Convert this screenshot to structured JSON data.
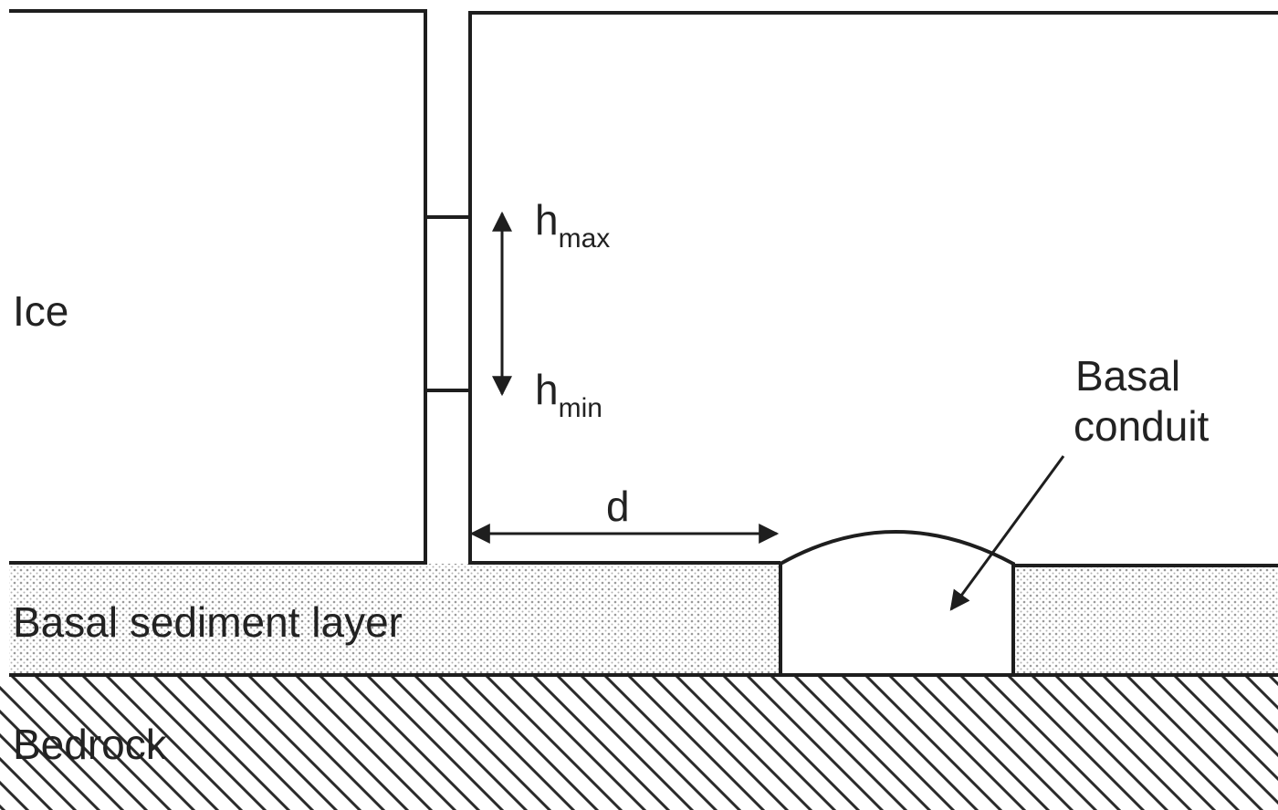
{
  "labels": {
    "ice": "Ice",
    "hmax_main": "h",
    "hmax_sub": "max",
    "hmin_main": "h",
    "hmin_sub": "min",
    "d": "d",
    "conduit_line1": "Basal",
    "conduit_line2": "conduit",
    "sediment": "Basal sediment layer",
    "bedrock": "Bedrock"
  },
  "colors": {
    "line": "#1e1e1e",
    "text": "#222222",
    "background": "#ffffff",
    "sediment_dot": "#9a9a9a"
  }
}
